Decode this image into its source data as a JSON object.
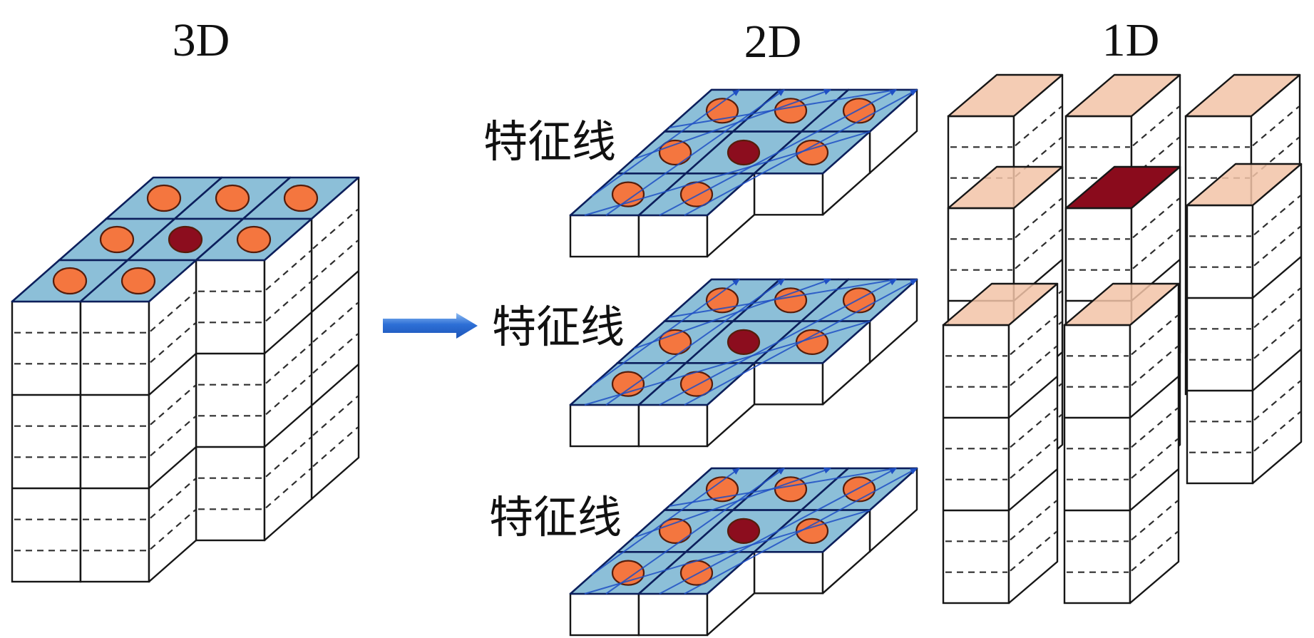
{
  "titles": {
    "three_d": "3D",
    "two_d": "2D",
    "one_d": "1D"
  },
  "slabs": [
    {
      "label": "特征线"
    },
    {
      "label": "特征线"
    },
    {
      "label": "特征线"
    }
  ],
  "grid": {
    "rows": 3,
    "cols": 3,
    "missing_cells": [
      [
        2,
        2
      ]
    ],
    "center_cell": [
      1,
      1
    ],
    "tiers": 3,
    "dashes_per_tier": 2
  },
  "icons": {
    "transform_arrow": "arrow-right-icon"
  },
  "colors": {
    "edge": "#161616",
    "dash": "#2e2e2e",
    "face": "#ffffff",
    "top_face": "#8cbfd8",
    "top_edge": "#0c1f5c",
    "point": "#f4763f",
    "point_edge": "#561d0b",
    "center_point": "#8c0d1e",
    "column_top": "#f2c3a7",
    "column_top_center": "#8a0b1c",
    "feature_line": "#1f4fc4",
    "arrow_light": "#8ebcf2",
    "arrow": "#2d6fd6",
    "arrow_dark": "#1d55b8"
  }
}
